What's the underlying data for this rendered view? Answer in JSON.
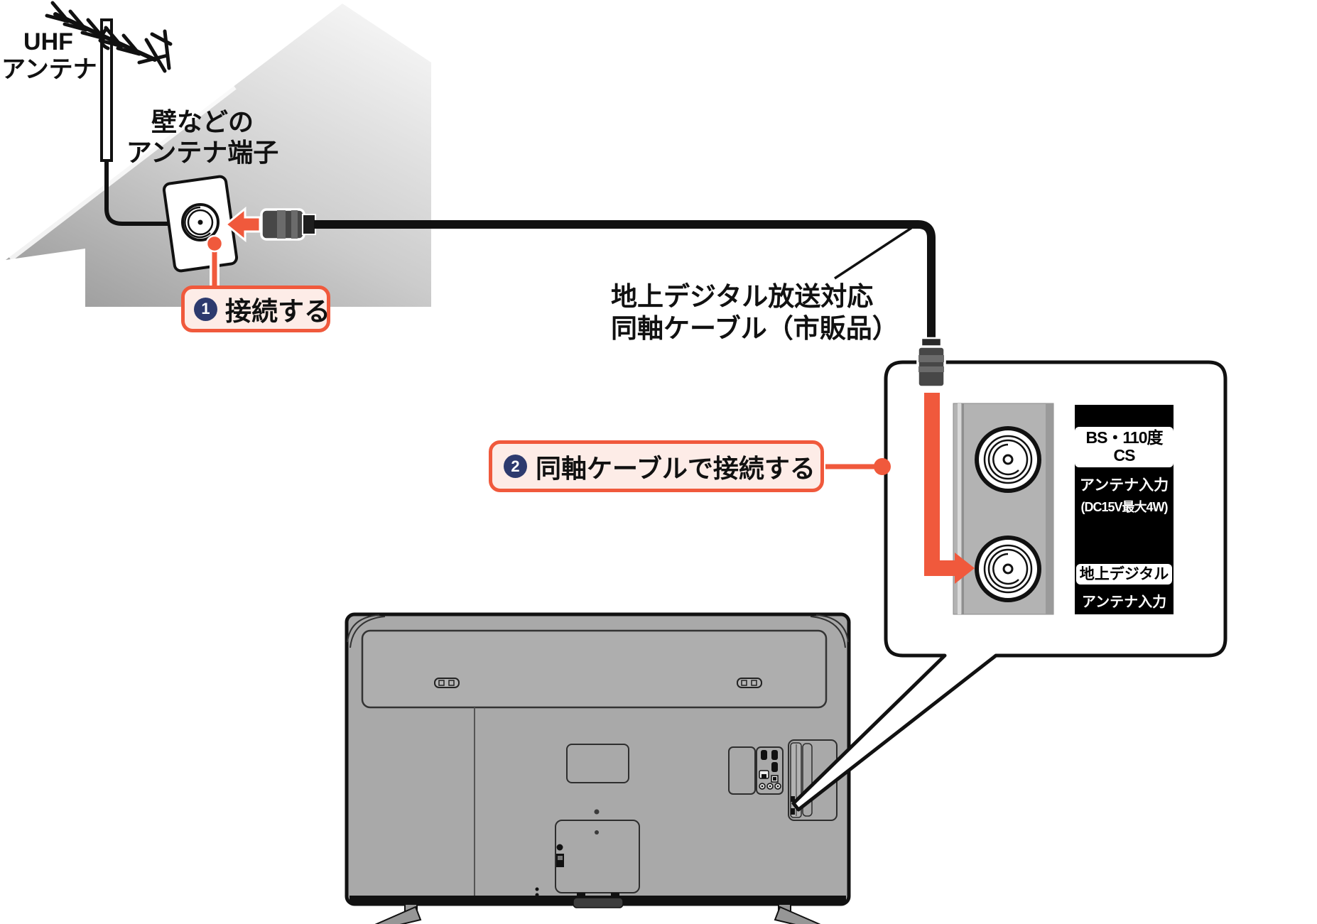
{
  "diagram_title_implied": "TVアンテナ接続図",
  "labels": {
    "uhf_line1": "UHF",
    "uhf_line2": "アンテナ",
    "wall_line1": "壁などの",
    "wall_line2": "アンテナ端子",
    "cable_line1": "地上デジタル放送対応",
    "cable_line2": "同軸ケーブル（市販品）"
  },
  "steps": {
    "one": {
      "num": "1",
      "label": "接続する"
    },
    "two": {
      "num": "2",
      "label": "同軸ケーブルで接続する"
    }
  },
  "terminal_panel": {
    "bs_title": "BS・110度CS",
    "bs_sub1": "アンテナ入力",
    "bs_sub2": "(DC15V最大4W)",
    "terrestrial_title": "地上デジタル",
    "terrestrial_sub": "アンテナ入力"
  },
  "icons": {
    "uhf_antenna": "uhf-antenna-icon",
    "wall_plate": "wall-antenna-plate",
    "coax_plug": "f-connector-icon",
    "left_arrow": "insert-arrow-icon",
    "down_arrow": "route-arrow-icon",
    "coax_terminal_bs": "bs-cs-terminal-icon",
    "coax_terminal_terrestrial": "terrestrial-terminal-icon",
    "tv_back": "tv-rear-illustration"
  },
  "colors": {
    "accent_orange": "#f0593c",
    "badge_navy": "#2d3a6e",
    "callout_fill": "#fdece7",
    "tv_gray": "#a9a9a9",
    "panel_black": "#000000",
    "house_gray_dark": "#9f9f9f",
    "house_gray_light": "#f3f3f3"
  }
}
